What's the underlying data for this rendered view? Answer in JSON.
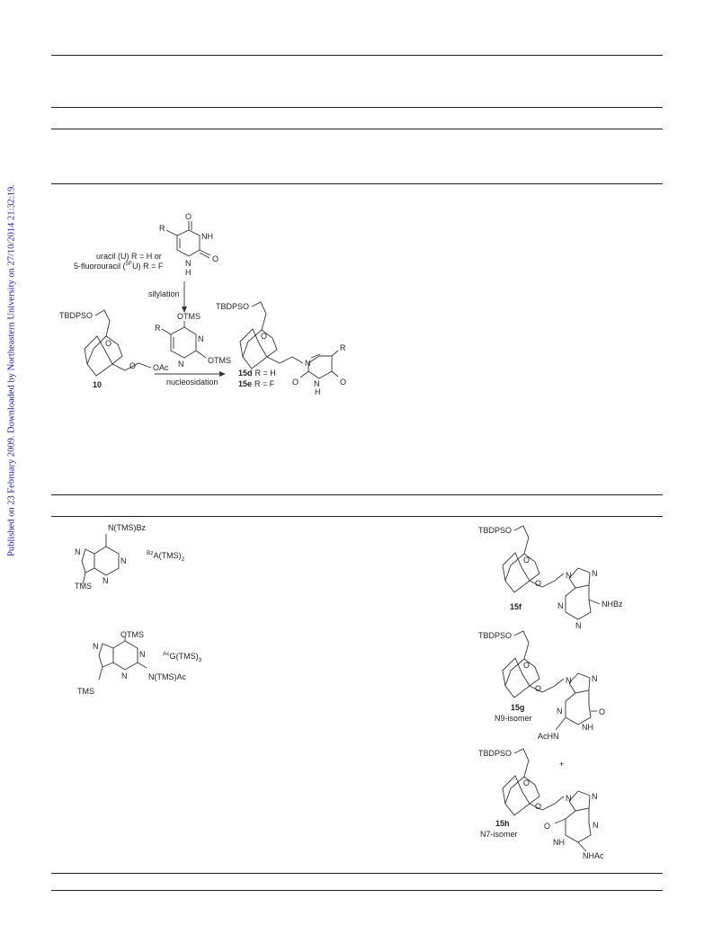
{
  "watermark": "Published on 23 February 2009. Downloaded by Northeastern University on 27/10/2014 21:32:19.",
  "scheme": {
    "uracil_label": "uracil (U) R = H or",
    "fluorouracil_label_pre": "5-fluorouracil (",
    "fluorouracil_sup": "5F",
    "fluorouracil_label_post": "U) R = F",
    "R": "R",
    "O": "O",
    "NH": "NH",
    "N": "N",
    "H": "H",
    "silylation": "silylation",
    "OTMS": "OTMS",
    "TBDPSO": "TBDPSO",
    "OAc": "OAc",
    "compound_10": "10",
    "nucleosidation": "nucleosidation",
    "p15d": "15d",
    "p15d_r": "R = H",
    "p15e": "15e",
    "p15e_r": "R = F"
  },
  "table": {
    "bz_ntms": "N(TMS)Bz",
    "bz_sup": "Bz",
    "bz_rest": "A(TMS)",
    "bz_sub": "2",
    "tms": "TMS",
    "otms": "OTMS",
    "ac_ntms": "N(TMS)Ac",
    "ac_sup": "Ac",
    "ac_rest": "G(TMS)",
    "ac_sub": "3",
    "p15f": "15f",
    "nhbz": "NHBz",
    "p15g": "15g",
    "n9": "N9-isomer",
    "achn": "AcHN",
    "plus": "+",
    "p15h": "15h",
    "n7": "N7-isomer",
    "nhac": "NHAc",
    "tbdpso": "TBDPSO",
    "O": "O",
    "N": "N",
    "NH": "NH"
  }
}
